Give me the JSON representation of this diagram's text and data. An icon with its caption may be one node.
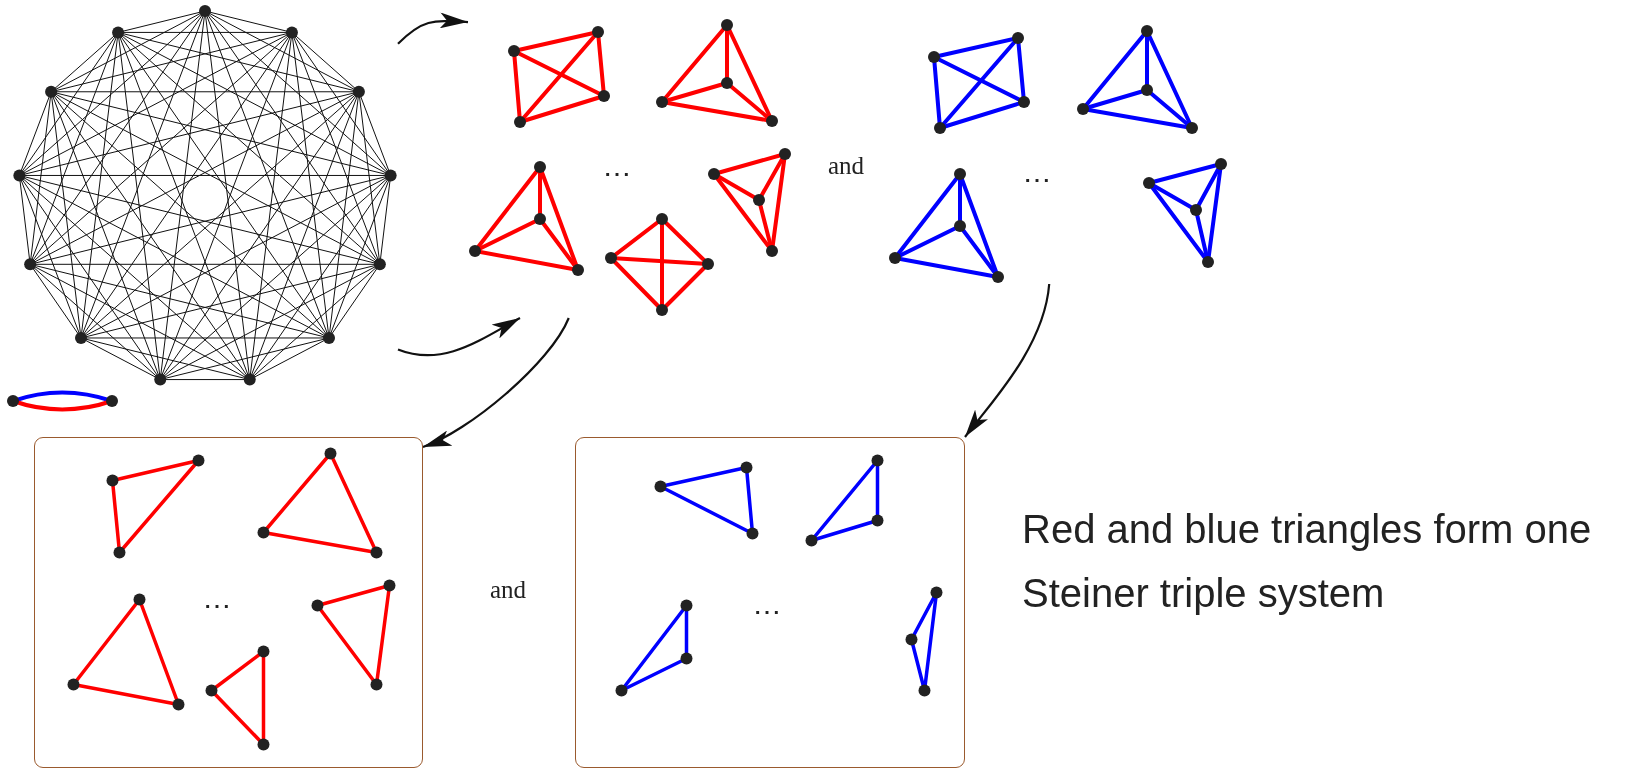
{
  "diagram": {
    "nodes": [
      {
        "text": [],
        "shape": "picture"
      },
      {
        "text": [],
        "shape": "picture"
      },
      {
        "text": [],
        "shape": "picture"
      },
      {
        "text": [],
        "shape": "box"
      },
      {
        "text": [],
        "shape": "box"
      }
    ],
    "edges": [
      {
        "from": 0,
        "to": 1,
        "arrow": "to"
      },
      {
        "from": 0,
        "to": 1,
        "arrow": "to"
      },
      {
        "from": 1,
        "to": 3,
        "arrow": "to"
      },
      {
        "from": 2,
        "to": 4,
        "arrow": "to"
      }
    ],
    "labels": [
      "⋯",
      "and",
      "⋯",
      "⋯",
      "and",
      "⋯",
      "Red and blue triangles form one Steiner triple system"
    ]
  }
}
